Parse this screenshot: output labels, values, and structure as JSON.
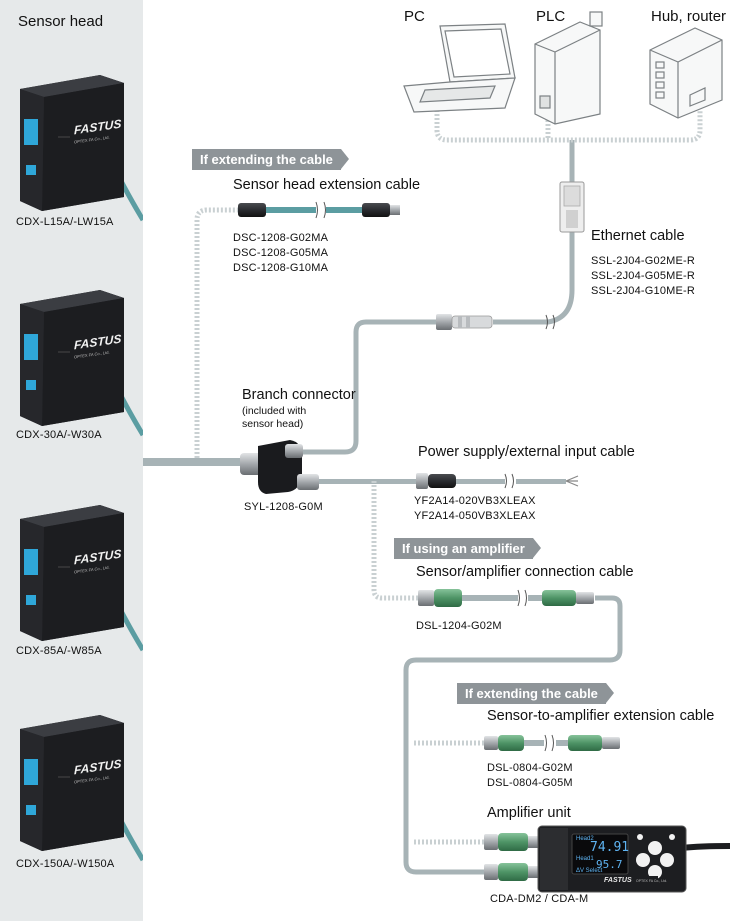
{
  "left_panel": {
    "title": "Sensor head",
    "sensors": [
      {
        "model": "CDX-L15A/-LW15A",
        "logo": "FASTUS",
        "maker": "OPTEX FA Co., Ltd."
      },
      {
        "model": "CDX-30A/-W30A",
        "logo": "FASTUS",
        "maker": "OPTEX FA Co., Ltd."
      },
      {
        "model": "CDX-85A/-W85A",
        "logo": "FASTUS",
        "maker": "OPTEX FA Co., Ltd."
      },
      {
        "model": "CDX-150A/-W150A",
        "logo": "FASTUS",
        "maker": "OPTEX FA Co., Ltd."
      }
    ]
  },
  "devices": {
    "pc": "PC",
    "plc": "PLC",
    "hub": "Hub, router"
  },
  "tags": {
    "extend_head": "If extending the cable",
    "amplifier": "If using an amplifier",
    "extend_amp": "If extending the cable"
  },
  "cables": {
    "head_extension": {
      "title": "Sensor head extension cable",
      "models": [
        "DSC-1208-G02MA",
        "DSC-1208-G05MA",
        "DSC-1208-G10MA"
      ]
    },
    "ethernet": {
      "title": "Ethernet cable",
      "models": [
        "SSL-2J04-G02ME-R",
        "SSL-2J04-G05ME-R",
        "SSL-2J04-G10ME-R"
      ]
    },
    "branch": {
      "title": "Branch connector",
      "note_line1": "(included with",
      "note_line2": "sensor head)",
      "model": "SYL-1208-G0M"
    },
    "power": {
      "title": "Power supply/external input cable",
      "models": [
        "YF2A14-020VB3XLEAX",
        "YF2A14-050VB3XLEAX"
      ]
    },
    "sensor_amp": {
      "title": "Sensor/amplifier connection cable",
      "model": "DSL-1204-G02M"
    },
    "amp_extension": {
      "title": "Sensor-to-amplifier extension cable",
      "models": [
        "DSL-0804-G02M",
        "DSL-0804-G05M"
      ]
    }
  },
  "amplifier": {
    "title": "Amplifier unit",
    "model": "CDA-DM2 / CDA-M",
    "screen": {
      "line1_label": "Head2",
      "line1_value": "74.91",
      "line2_label": "Head1",
      "line2_value": "95.7",
      "footer": "ΔV Select"
    },
    "logo": "FASTUS",
    "maker": "OPTEX FA Co., Ltd."
  },
  "colors": {
    "panel_bg": "#e6e9ea",
    "cable_main": "#a7b3b6",
    "cable_teal": "#5b9da2",
    "connector_green": "#5d9d74",
    "tag_bg": "#8e9498",
    "screen_blue": "#5fb4f2"
  }
}
